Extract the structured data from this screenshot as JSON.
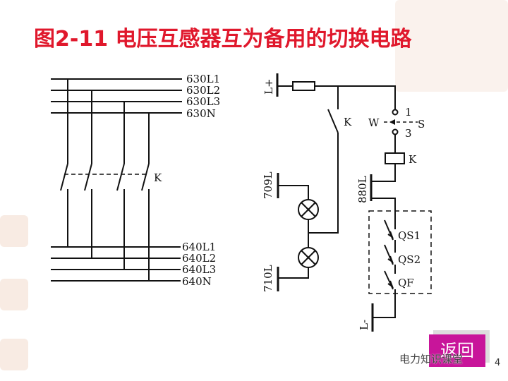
{
  "title": "图2-11 电压互感器互为备用的切换电路",
  "left_diagram": {
    "top_buses": [
      "630L1",
      "630L2",
      "630L3",
      "630N"
    ],
    "bottom_buses": [
      "640L1",
      "640L2",
      "640L3",
      "640N"
    ],
    "switch_label": "K"
  },
  "right_diagram": {
    "positive": "L+",
    "negative": "L-",
    "contact_k": "K",
    "coil_k": "K",
    "selector": {
      "left": "W",
      "right": "S",
      "pos1": "1",
      "pos3": "3"
    },
    "bus_709": "709L",
    "bus_710": "710L",
    "bus_880": "880L",
    "interlocks": [
      "QS1",
      "QS2",
      "QF"
    ]
  },
  "back_button": "返回",
  "watermark": "电力知识课堂",
  "page_number": "4",
  "colors": {
    "title": "#e0182c",
    "button": "#c8159a"
  }
}
